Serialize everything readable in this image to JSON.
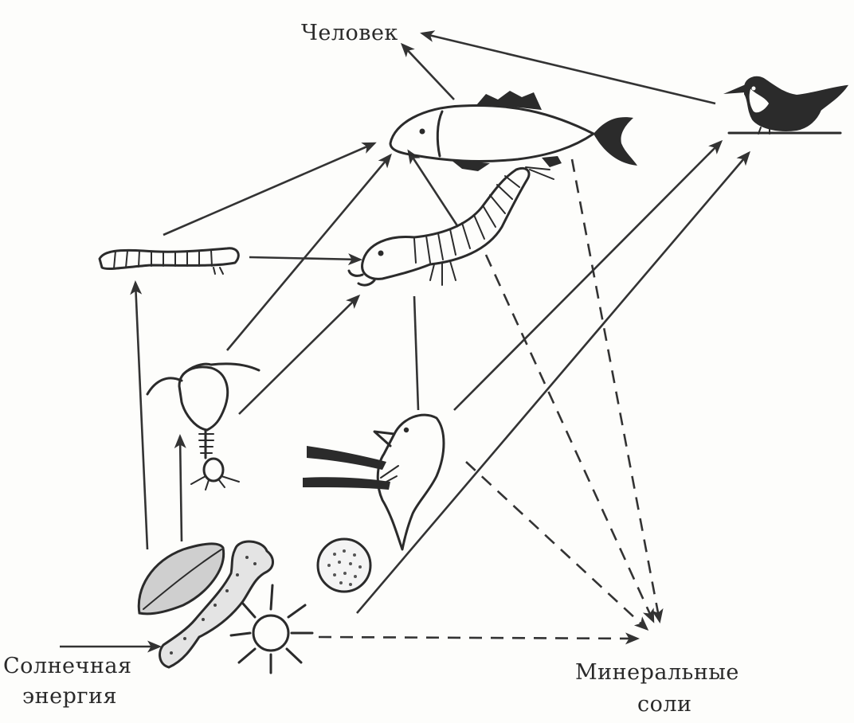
{
  "labels": {
    "human": "Человек",
    "solar_energy_line1": "Солнечная",
    "solar_energy_line2": "энергия",
    "mineral_salts_line1": "Минеральные",
    "mineral_salts_line2": "соли"
  },
  "organisms": [
    "fish-icon",
    "bird-icon",
    "worm-icon",
    "insect-larva-icon",
    "water-flea-icon",
    "rotifer-icon",
    "algae-icon",
    "spherical-cell-icon",
    "sun-icon"
  ],
  "colors": {
    "ink": "#2b2b2b",
    "paper": "#fdfdfb"
  }
}
